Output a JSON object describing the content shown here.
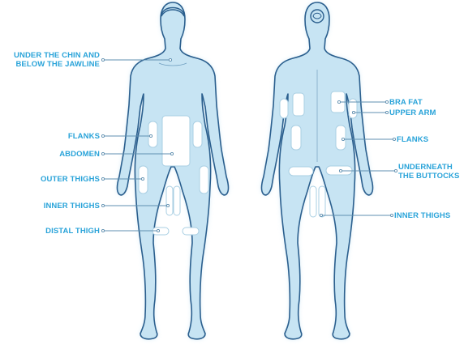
{
  "colors": {
    "label": "#29a3d9",
    "body_fill": "#c7e4f3",
    "body_stroke": "#2b5f8e",
    "zone_fill": "#ffffff",
    "leader": "#5f8fb0"
  },
  "front_labels": {
    "chin": [
      "UNDER THE CHIN AND",
      "BELOW THE JAWLINE"
    ],
    "flanks": "FLANKS",
    "abdomen": "ABDOMEN",
    "outer_thighs": "OUTER THIGHS",
    "inner_thighs": "INNER THIGHS",
    "distal_thigh": "DISTAL THIGH"
  },
  "back_labels": {
    "bra_fat": "BRA FAT",
    "upper_arm": "UPPER ARM",
    "flanks": "FLANKS",
    "buttocks": [
      "UNDERNEATH",
      "THE BUTTOCKS"
    ],
    "inner_thighs": "INNER THIGHS"
  }
}
